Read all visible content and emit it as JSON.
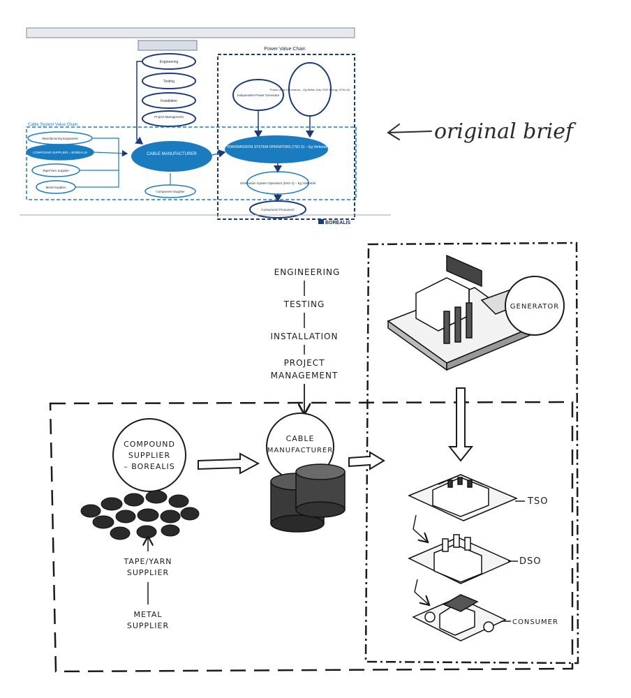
{
  "brief": {
    "header_bar": "",
    "services_header": "",
    "services": [
      "Engineering",
      "Testing",
      "Installation",
      "Project Management"
    ],
    "cable_chain_title": "Cable System Value Chain",
    "power_chain_title": "Power Value Chain",
    "left_nodes": [
      "Manufacturing Equipment",
      "COMPOUND SUPPLIER = BOREALIS",
      "Tape/Yarn Supplier",
      "Metal Supplier"
    ],
    "cable_manufacturer": "CABLE MANUFACTURER",
    "component_supplier": "Component Supplier",
    "ipp": "Independent Power Generator",
    "utility": "Power Utility Generators – Eg British Gas, EDF Energy, EON UK",
    "tso": "TRANSMISSION SYSTEM OPERATORS (TSO S) – Eg Verbund",
    "dso": "Distribution System Operators (DSO s) – Eg Vattenfall",
    "consumers": "Consumers/ Prosumers",
    "logo": "BOREALIS"
  },
  "annotation": "original brief",
  "sketch": {
    "services": [
      "ENGINEERING",
      "TESTING",
      "INSTALLATION",
      "PROJECT",
      "MANAGEMENT"
    ],
    "compound": [
      "COMPOUND",
      "SUPPLIER",
      "– BOREALIS"
    ],
    "cable": [
      "CABLE",
      "MANUFACTURER"
    ],
    "tape": [
      "TAPE/YARN",
      "SUPPLIER"
    ],
    "metal": [
      "METAL",
      "SUPPLIER"
    ],
    "generator": "GENERATOR",
    "tso": "TSO",
    "dso": "DSO",
    "consumer": "CONSUMER"
  },
  "colors": {
    "brief_blue": "#1a7bbf",
    "brief_navy": "#1b3a78",
    "ink": "#1a1a1a"
  }
}
